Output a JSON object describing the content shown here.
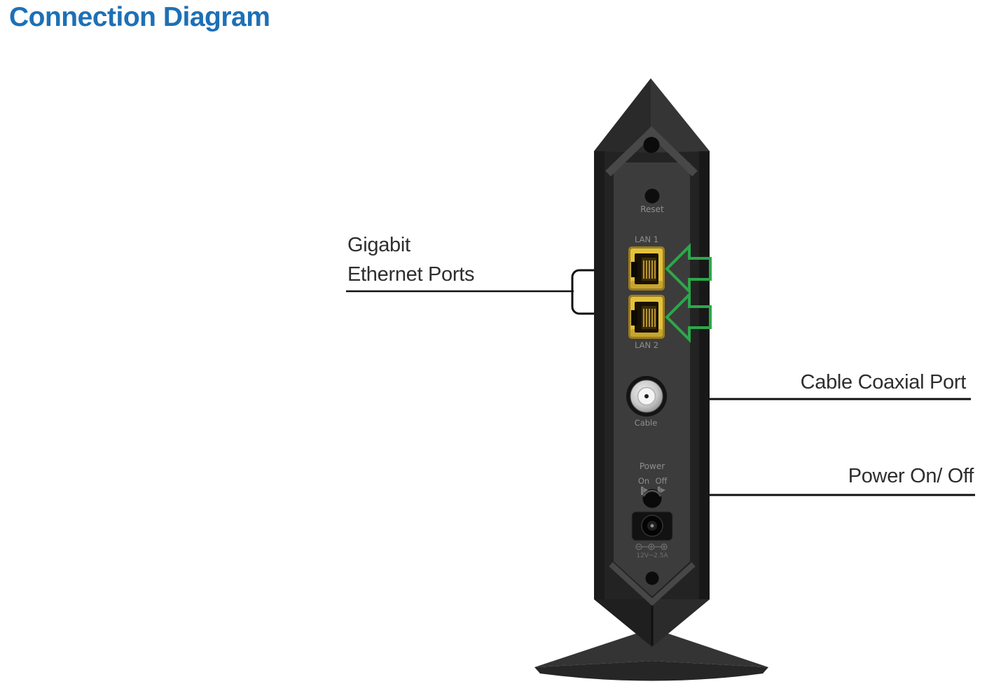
{
  "page_title": "Connection Diagram",
  "callouts": {
    "gigabit_line1": "Gigabit",
    "gigabit_line2": "Ethernet Ports",
    "coax": "Cable Coaxial Port",
    "power": "Power On/ Off"
  },
  "device_labels": {
    "reset": "Reset",
    "lan1": "LAN 1",
    "lan2": "LAN 2",
    "cable": "Cable",
    "power": "Power",
    "on": "On",
    "off": "Off",
    "rating": "12V⎓2.5A"
  },
  "colors": {
    "title_blue": "#1D70B6",
    "arrow_green": "#2BA84A",
    "port_yellow": "#E3C23A",
    "device_body": "#232323",
    "device_panel": "#3C3C3C",
    "callout_text": "#2E2E2E",
    "leader_line": "#111111"
  }
}
